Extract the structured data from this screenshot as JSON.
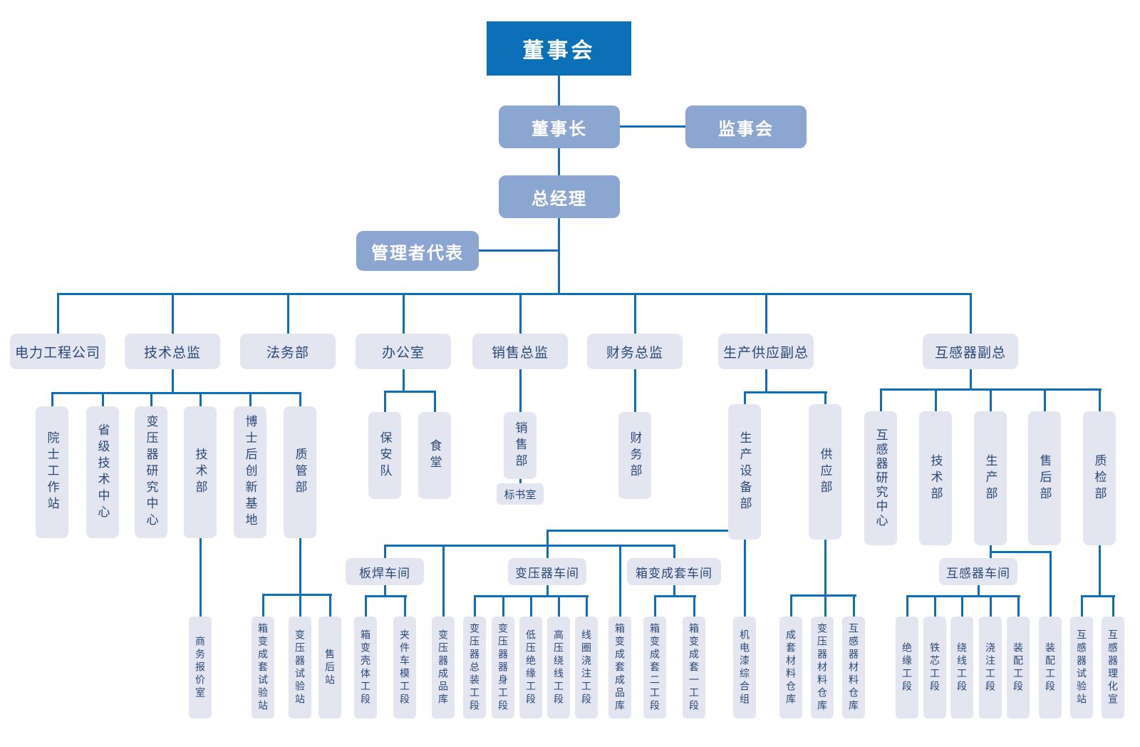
{
  "diagram_type": "organization-chart",
  "colors": {
    "root_box": "#0c70b8",
    "executive_box": "#8ca6d2",
    "department_box": "#e3e6f0",
    "department_text": "#29487a",
    "connector_line": "#0e6eb8",
    "background": "#ffffff"
  },
  "nodes": {
    "board": "董事会",
    "chairman": "董事长",
    "supervisory_board": "监事会",
    "general_manager": "总经理",
    "management_rep": "管理者代表",
    "power_eng_company": "电力工程公司",
    "tech_director": "技术总监",
    "legal_dept": "法务部",
    "office": "办公室",
    "sales_director": "销售总监",
    "finance_director": "财务总监",
    "production_supply_vp": "生产供应副总",
    "instrument_vp": "互感器副总",
    "academician_station": "院士工作站",
    "provincial_tech_center": "省级技术中心",
    "transformer_research_center": "变压器研究中心",
    "tech_dept": "技术部",
    "postdoc_innovation_base": "博士后创新基地",
    "quality_mgmt_dept": "质管部",
    "security_team": "保安队",
    "canteen": "食堂",
    "sales_dept": "销售部",
    "bid_document_room": "标书室",
    "finance_dept": "财务部",
    "production_equipment_dept": "生产设备部",
    "supply_dept": "供应部",
    "instrument_research_center": "互感器研究中心",
    "instrument_tech_dept": "技术部",
    "instrument_production_dept": "生产部",
    "instrument_aftersales_dept": "售后部",
    "instrument_quality_dept": "质检部",
    "business_quotation_room": "商务报价室",
    "box_substation_test_station": "箱变成套试验站",
    "transformer_test_station": "变压器试验站",
    "aftersales_station": "售后站",
    "plate_welding_workshop": "板焊车间",
    "box_shell_section": "箱变壳体工段",
    "clamp_mold_section": "夹件车模工段",
    "transformer_product_warehouse": "变压器成品库",
    "transformer_workshop": "变压器车间",
    "transformer_assembly_section": "变压器总装工段",
    "transformer_body_section": "变压器器身工段",
    "lv_insulation_section": "低压绝缘工段",
    "hv_winding_section": "高压绕线工段",
    "coil_casting_section": "线圈浇注工段",
    "box_substation_product_warehouse": "箱变成套成品库",
    "box_substation_workshop": "箱变成套车间",
    "box_substation_section_2": "箱变成套二工段",
    "box_substation_section_1": "箱变成套一工段",
    "mech_elec_paint_group": "机电漆综合组",
    "complete_set_material_warehouse": "成套材料仓库",
    "transformer_material_warehouse": "变压器材料仓库",
    "instrument_material_warehouse": "互感器材料仓库",
    "instrument_workshop": "互感器车间",
    "insulation_section": "绝缘工段",
    "iron_core_section": "铁芯工段",
    "winding_section": "绕线工段",
    "casting_section": "浇注工段",
    "assembly_section": "装配工段",
    "assembly_section_2": "装配工段",
    "instrument_test_station": "互感器试验站",
    "instrument_physchem_room": "互感器理化宣"
  }
}
